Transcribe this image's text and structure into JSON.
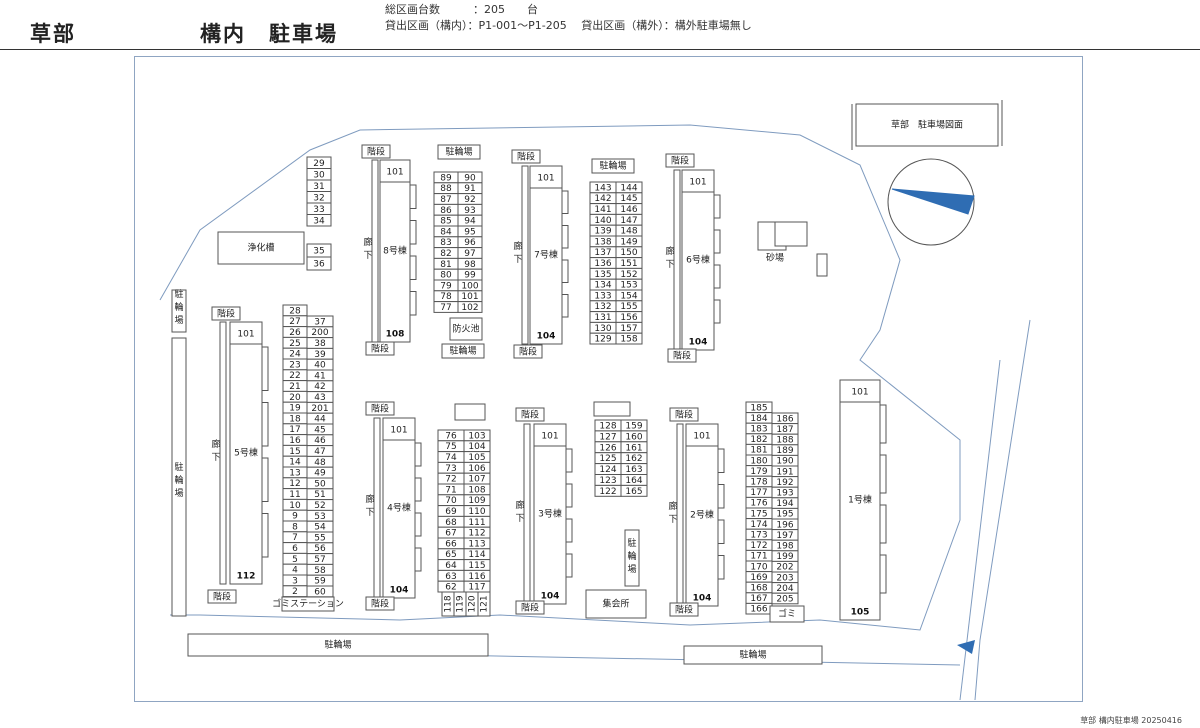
{
  "header": {
    "place": "草部",
    "title": "構内　駐車場",
    "info_line1": "総区画台数　　　：205　　台",
    "info_line2": "貸出区画（構内）：P1-001～P1-205　 貸出区画（構外）：構外駐車場無し"
  },
  "footer": "草部 構内駐車場 20250416",
  "map": {
    "map_title": "草部　駐車場図面",
    "labels": {
      "stairs": "階段",
      "corridor": "廊下",
      "bike": "駐輪場",
      "septic": "浄化槽",
      "sandbox": "砂場",
      "fire_pond": "防火池",
      "meeting": "集会所",
      "garbage": "ゴミステーション",
      "garbage_small": "ゴミ\nステーション"
    },
    "buildings": [
      {
        "name": "8号棟",
        "top_room": "101",
        "bottom_room": "108"
      },
      {
        "name": "7号棟",
        "top_room": "101",
        "bottom_room": "104"
      },
      {
        "name": "6号棟",
        "top_room": "101",
        "bottom_room": "104"
      },
      {
        "name": "5号棟",
        "top_room": "101",
        "bottom_room": "112"
      },
      {
        "name": "4号棟",
        "top_room": "101",
        "bottom_room": "104"
      },
      {
        "name": "3号棟",
        "top_room": "101",
        "bottom_room": "104"
      },
      {
        "name": "2号棟",
        "top_room": "101",
        "bottom_room": "104"
      },
      {
        "name": "1号棟",
        "top_room": "101",
        "bottom_room": "105"
      }
    ],
    "lots": {
      "a": [
        29,
        30,
        31,
        32,
        33,
        34
      ],
      "b": [
        35,
        36
      ],
      "c_left": [
        89,
        88,
        87,
        86,
        85,
        84,
        83,
        82,
        81,
        80,
        79,
        78,
        77
      ],
      "c_right": [
        90,
        91,
        92,
        93,
        94,
        95,
        96,
        97,
        98,
        99,
        100,
        101,
        102
      ],
      "d_left": [
        143,
        142,
        141,
        140,
        139,
        138,
        137,
        136,
        135,
        134,
        133,
        132,
        131,
        130,
        129
      ],
      "d_right": [
        144,
        145,
        146,
        147,
        148,
        149,
        150,
        151,
        152,
        153,
        154,
        155,
        156,
        157,
        158
      ],
      "e_left": [
        28,
        27,
        26,
        25,
        24,
        23,
        22,
        21,
        20,
        19,
        18,
        17,
        16,
        15,
        14,
        13,
        12,
        11,
        10,
        9,
        8,
        7,
        6,
        5,
        4,
        3,
        2
      ],
      "e_right": [
        37,
        200,
        38,
        39,
        40,
        41,
        42,
        43,
        201,
        44,
        45,
        46,
        47,
        48,
        49,
        50,
        51,
        52,
        53,
        54,
        55,
        56,
        57,
        58,
        59,
        60
      ],
      "f_left": [
        76,
        75,
        74,
        73,
        72,
        71,
        70,
        69,
        68,
        67,
        66,
        65,
        64,
        63,
        62
      ],
      "f_right": [
        103,
        104,
        105,
        106,
        107,
        108,
        109,
        110,
        111,
        112,
        113,
        114,
        115,
        116,
        117
      ],
      "f_bottom": [
        118,
        119,
        120,
        121
      ],
      "g_left": [
        128,
        127,
        126,
        125,
        124,
        123,
        122
      ],
      "g_right": [
        159,
        160,
        161,
        162,
        163,
        164,
        165
      ],
      "h_left": [
        185,
        184,
        183,
        182,
        181,
        180,
        179,
        178,
        177,
        176,
        175,
        174,
        173,
        172,
        171,
        170,
        169,
        168,
        167,
        166
      ],
      "h_right": [
        186,
        187,
        188,
        189,
        190,
        191,
        192,
        193,
        194,
        195,
        196,
        197,
        198,
        199,
        202,
        203,
        204,
        205
      ]
    }
  }
}
